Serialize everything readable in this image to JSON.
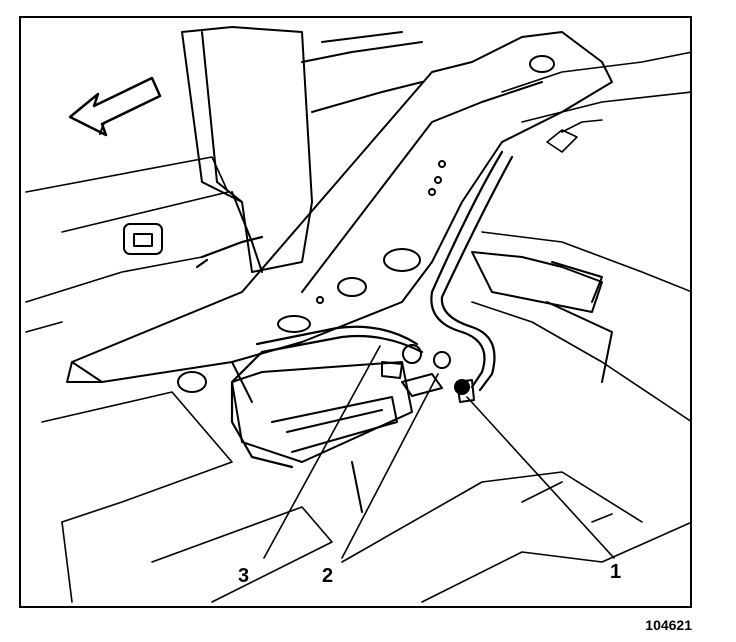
{
  "figure": {
    "id_label": "104621",
    "callouts": [
      {
        "number": "1",
        "meaning": ""
      },
      {
        "number": "2",
        "meaning": ""
      },
      {
        "number": "3",
        "meaning": ""
      }
    ],
    "direction_arrow": "front-of-vehicle-arrow",
    "line_color": "#000000",
    "background": "#ffffff"
  }
}
